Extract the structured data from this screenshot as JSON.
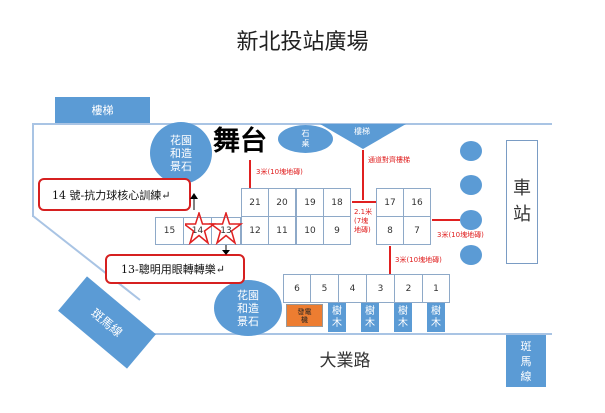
{
  "title": "新北投站廣場",
  "stairs_top": "樓梯",
  "stairs_triangle": "樓梯",
  "garden": "花園和造景石",
  "garden_lines": [
    "花園",
    "和造",
    "景石"
  ],
  "stage": "舞台",
  "stone_table": [
    "石",
    "桌"
  ],
  "station": [
    "車",
    "站"
  ],
  "road": "大業路",
  "crosswalk": [
    "斑",
    "馬",
    "線"
  ],
  "generator": [
    "發電",
    "機"
  ],
  "tree": [
    "樹",
    "木"
  ],
  "stalls_row_top": [
    "21",
    "20",
    "19",
    "18"
  ],
  "stalls_row_mid": [
    "12",
    "11",
    "10",
    "9"
  ],
  "stalls_left": [
    "15",
    "14",
    "13"
  ],
  "stalls_right_top": [
    "17",
    "16"
  ],
  "stalls_right_mid": [
    "8",
    "7"
  ],
  "stalls_bottom": [
    "6",
    "5",
    "4",
    "3",
    "2",
    "1"
  ],
  "labels": {
    "align_stairs": "通道對齊樓梯",
    "dist_stage": "3米(10塊地磚)",
    "dist_gap": [
      "2.1米",
      "(7塊",
      "地磚)"
    ],
    "dist_right": "3米(10塊地磚)",
    "dist_bottom": "3米(10塊地磚)"
  },
  "callouts": {
    "c14": "14 號-抗力球核心訓練↵",
    "c13": "13-聰明用眼轉轉樂↵"
  },
  "colors": {
    "blue": "#5b9bd5",
    "red": "#e02020",
    "orange": "#ed7d31"
  }
}
